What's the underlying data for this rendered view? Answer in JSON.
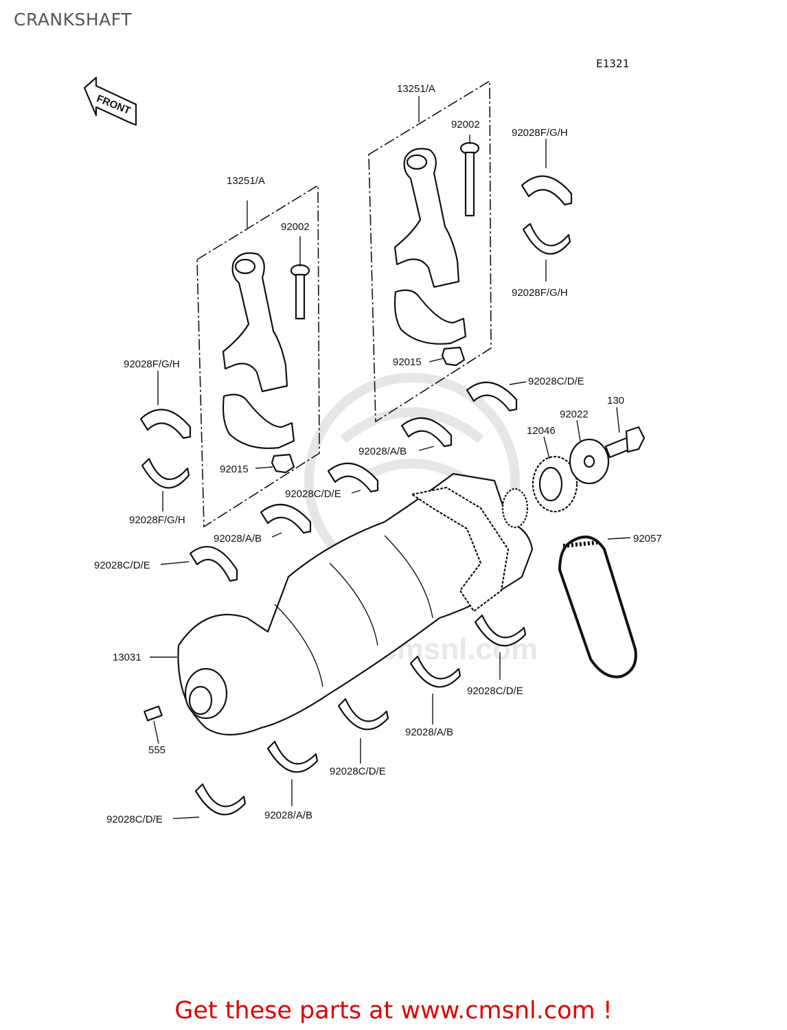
{
  "page": {
    "title": "CRANKSHAFT",
    "diagram_code": "E1321",
    "front_label": "FRONT",
    "footer_text": "Get these parts at www.cmsnl.com !"
  },
  "colors": {
    "title": "#555555",
    "footer": "#e00000",
    "lines": "#111111",
    "watermark": "#e6e6e6"
  },
  "labels": {
    "conrod_group_right": "13251/A",
    "conrod_group_left": "13251/A",
    "bolt_right": "92002",
    "bolt_left": "92002",
    "nut_right": "92015",
    "nut_left": "92015",
    "bearing_fgh_top_upper": "92028F/G/H",
    "bearing_fgh_top_lower": "92028F/G/H",
    "bearing_fgh_left_upper": "92028F/G/H",
    "bearing_fgh_left_lower": "92028F/G/H",
    "bearing_cde_1": "92028C/D/E",
    "bearing_ab_1": "92028/A/B",
    "bearing_cde_2": "92028C/D/E",
    "bearing_ab_2": "92028/A/B",
    "bearing_cde_3": "92028C/D/E",
    "bearing_cde_4": "92028C/D/E",
    "bearing_ab_3": "92028/A/B",
    "bearing_cde_5": "92028C/D/E",
    "bearing_ab_4": "92028/A/B",
    "bearing_cde_6": "92028C/D/E",
    "bolt_130": "130",
    "washer": "92022",
    "sprocket": "12046",
    "chain": "92057",
    "crankshaft": "13031",
    "pin": "555"
  },
  "watermark": {
    "text": "www.cmsnl.com"
  }
}
